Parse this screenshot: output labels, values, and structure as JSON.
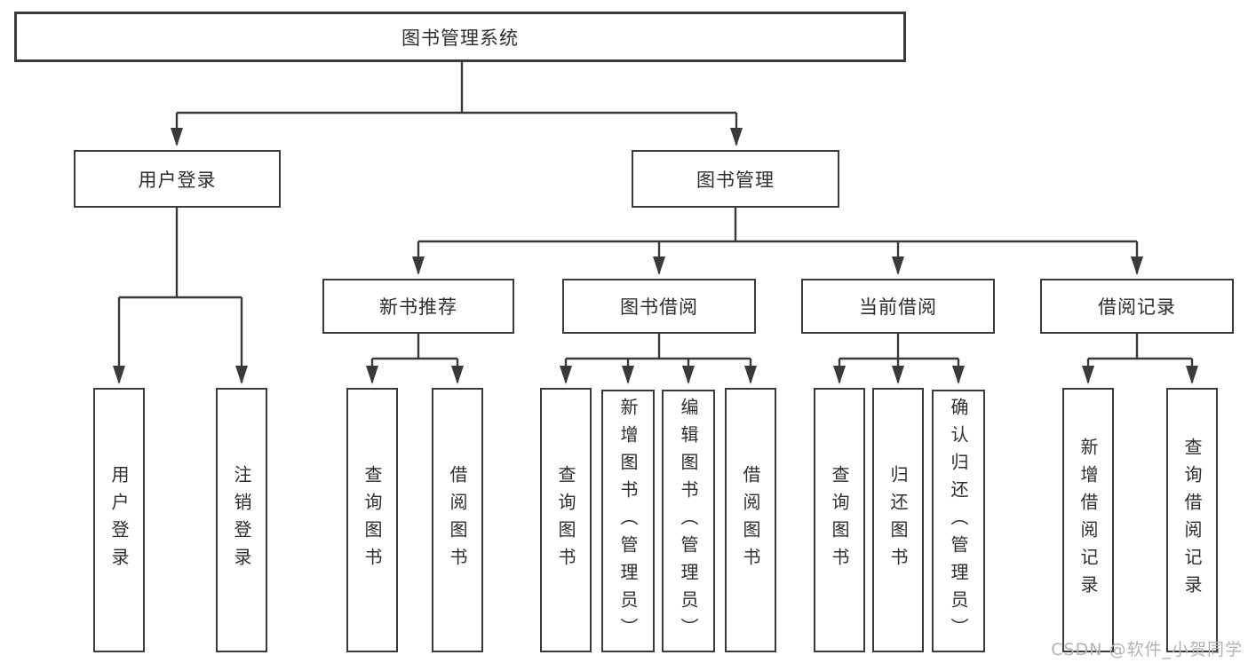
{
  "colors": {
    "line": "#3a3a3a",
    "border": "#3a3a3a",
    "text": "#2e2e2e",
    "background": "#ffffff",
    "watermark_color": "#b3b3b3"
  },
  "watermark": {
    "text": "CSDN @软件_小贺同学"
  },
  "tree": {
    "label": "图书管理系统",
    "children": [
      {
        "label": "用户登录",
        "children": [
          {
            "label": "用户登录"
          },
          {
            "label": "注销登录"
          }
        ]
      },
      {
        "label": "图书管理",
        "children": [
          {
            "label": "新书推荐",
            "children": [
              {
                "label": "查询图书"
              },
              {
                "label": "借阅图书"
              }
            ]
          },
          {
            "label": "图书借阅",
            "children": [
              {
                "label": "查询图书"
              },
              {
                "label": "新增图书（管理员）"
              },
              {
                "label": "编辑图书（管理员）"
              },
              {
                "label": "借阅图书"
              }
            ]
          },
          {
            "label": "当前借阅",
            "children": [
              {
                "label": "查询图书"
              },
              {
                "label": "归还图书"
              },
              {
                "label": "确认归还（管理员）"
              }
            ]
          },
          {
            "label": "借阅记录",
            "children": [
              {
                "label": "新增借阅记录"
              },
              {
                "label": "查询借阅记录"
              }
            ]
          }
        ]
      }
    ]
  }
}
